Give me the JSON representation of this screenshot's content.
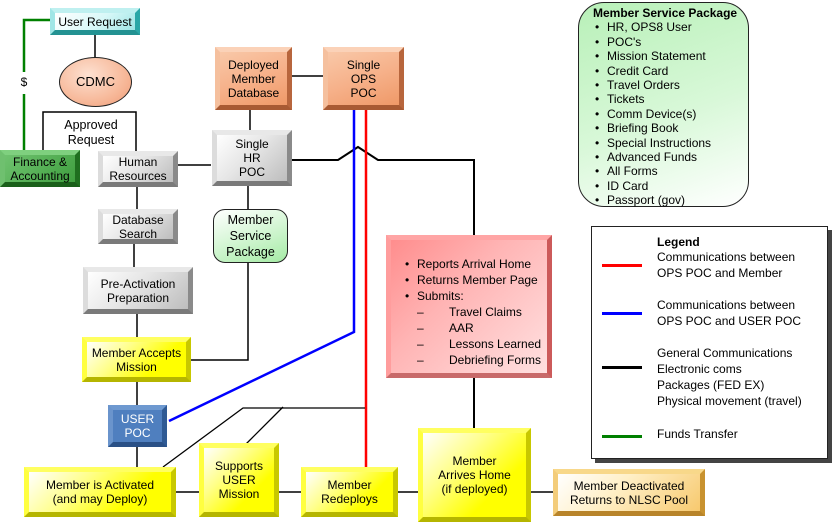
{
  "nodes": {
    "user_request": "User Request",
    "cdmc": "CDMC",
    "approved_request_line1": "Approved",
    "approved_request_line2": "Request",
    "dollar": "$",
    "finance_line1": "Finance &",
    "finance_line2": "Accounting",
    "human_resources_line1": "Human",
    "human_resources_line2": "Resources",
    "deployed_db_line1": "Deployed",
    "deployed_db_line2": "Member",
    "deployed_db_line3": "Database",
    "single_ops_line1": "Single",
    "single_ops_line2": "OPS",
    "single_ops_line3": "POC",
    "single_hr_line1": "Single",
    "single_hr_line2": "HR",
    "single_hr_line3": "POC",
    "database_search_line1": "Database",
    "database_search_line2": "Search",
    "member_service_line1": "Member",
    "member_service_line2": "Service",
    "member_service_line3": "Package",
    "pre_activation_line1": "Pre-Activation",
    "pre_activation_line2": "Preparation",
    "accepts_line1": "Member Accepts",
    "accepts_line2": "Mission",
    "user_poc_line1": "USER",
    "user_poc_line2": "POC",
    "activated_line1": "Member is Activated",
    "activated_line2": "(and may Deploy)",
    "supports_line1": "Supports",
    "supports_line2": "USER",
    "supports_line3": "Mission",
    "redeploys_line1": "Member",
    "redeploys_line2": "Redeploys",
    "arrives_line1": "Member",
    "arrives_line2": "Arrives Home",
    "arrives_line3": "(if deployed)",
    "deactivated_line1": "Member Deactivated",
    "deactivated_line2": "Returns to NLSC Pool"
  },
  "member_service_package": {
    "title": "Member Service Package",
    "items": [
      "HR, OPS8 User",
      "POC's",
      "Mission Statement",
      "Credit Card",
      "Travel Orders",
      "Tickets",
      "Comm Device(s)",
      "Briefing Book",
      "Special Instructions",
      "Advanced Funds",
      "All Forms",
      "ID Card",
      "Passport (gov)"
    ]
  },
  "reports": {
    "bullets": [
      "Reports Arrival Home",
      "Returns Member Page",
      "Submits:"
    ],
    "sub_items": [
      "Travel Claims",
      "AAR",
      "Lessons Learned",
      "Debriefing Forms"
    ]
  },
  "legend": {
    "title": "Legend",
    "entries": [
      {
        "color": "#ff0000",
        "lines": [
          "Communications between",
          "OPS POC and Member"
        ]
      },
      {
        "color": "#0000ff",
        "lines": [
          "Communications between",
          "OPS POC and USER POC"
        ]
      },
      {
        "color": "#000000",
        "lines": [
          "General Communications",
          "Electronic coms",
          "Packages (FED EX)",
          "Physical movement (travel)"
        ]
      },
      {
        "color": "#008000",
        "lines": [
          "Funds Transfer"
        ]
      }
    ]
  },
  "colors": {
    "red_line": "#ff0000",
    "blue_line": "#0000ff",
    "black_line": "#000000",
    "green_line": "#008000"
  }
}
